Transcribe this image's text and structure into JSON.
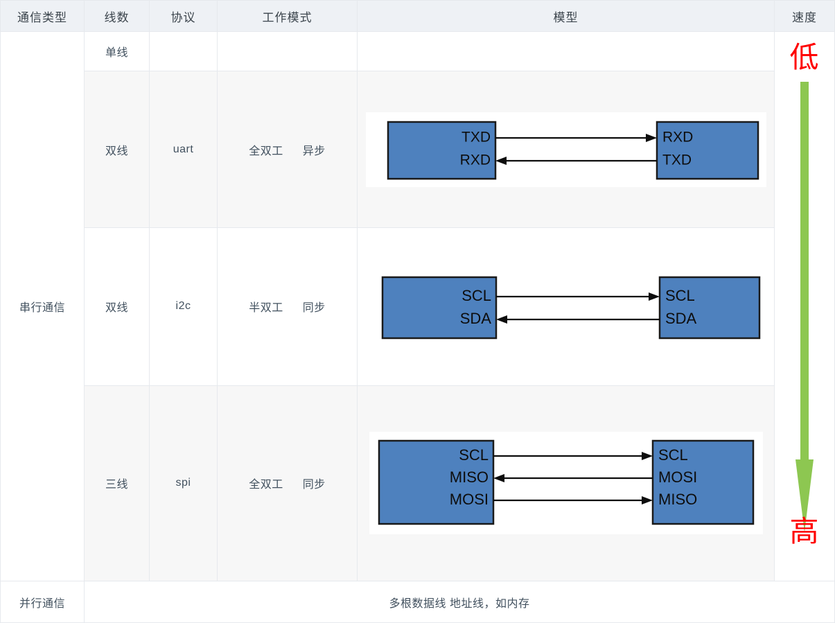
{
  "table": {
    "headers": [
      {
        "key": "type",
        "label": "通信类型"
      },
      {
        "key": "wires",
        "label": "线数"
      },
      {
        "key": "proto",
        "label": "协议"
      },
      {
        "key": "mode",
        "label": "工作模式"
      },
      {
        "key": "model",
        "label": "模型"
      },
      {
        "key": "speed",
        "label": "速度"
      }
    ],
    "serial_label": "串行通信",
    "parallel_label": "并行通信",
    "parallel_note": "多根数据线 地址线，如内存",
    "rows": [
      {
        "wires": "单线",
        "protocol": "",
        "mode_duplex": "",
        "mode_sync": "",
        "has_diagram": false
      },
      {
        "wires": "双线",
        "protocol": "uart",
        "mode_duplex": "全双工",
        "mode_sync": "异步",
        "has_diagram": true
      },
      {
        "wires": "双线",
        "protocol": "i2c",
        "mode_duplex": "半双工",
        "mode_sync": "同步",
        "has_diagram": true
      },
      {
        "wires": "三线",
        "protocol": "spi",
        "mode_duplex": "全双工",
        "mode_sync": "同步",
        "has_diagram": true
      }
    ]
  },
  "diagrams": {
    "uart": {
      "left_pins": [
        "TXD",
        "RXD"
      ],
      "right_pins": [
        "RXD",
        "TXD"
      ],
      "directions": [
        "right",
        "left"
      ]
    },
    "i2c": {
      "left_pins": [
        "SCL",
        "SDA"
      ],
      "right_pins": [
        "SCL",
        "SDA"
      ],
      "directions": [
        "right",
        "left"
      ]
    },
    "spi": {
      "left_pins": [
        "SCL",
        "MISO",
        "MOSI"
      ],
      "right_pins": [
        "SCL",
        "MOSI",
        "MISO"
      ],
      "directions": [
        "right",
        "left",
        "right"
      ]
    }
  },
  "speed": {
    "top_label": "低",
    "bottom_label": "高",
    "arrow_color": "#8DC751",
    "label_color": "#FF0000"
  },
  "colors": {
    "box_fill": "#4E81BE",
    "box_stroke": "#1A1A1A",
    "header_bg": "#EEF1F5",
    "alt_row_bg": "#F7F7F7",
    "border": "#E6E9ED",
    "text": "#41505E"
  }
}
